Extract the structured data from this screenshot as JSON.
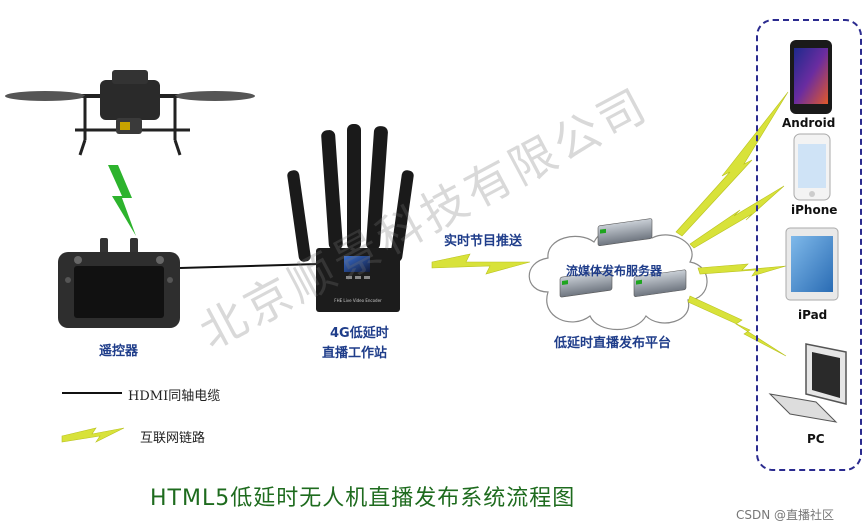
{
  "watermark": "北京顺景科技有限公司",
  "nodes": {
    "remote": "遥控器",
    "station_line1": "4G低延时",
    "station_line2": "直播工作站",
    "encoder_face_text": "FHE Live Video Encoder",
    "push_label": "实时节目推送",
    "server_label": "流媒体发布服务器",
    "platform_label": "低延时直播发布平台"
  },
  "clients": [
    {
      "label": "Android",
      "icon": "android-phone-icon"
    },
    {
      "label": "iPhone",
      "icon": "iphone-icon"
    },
    {
      "label": "iPad",
      "icon": "ipad-icon"
    },
    {
      "label": "PC",
      "icon": "pc-icon"
    }
  ],
  "legend": {
    "cable": "HDMI同轴电缆",
    "link": "互联网链路"
  },
  "caption": "HTML5低延时无人机直播发布系统流程图",
  "credit": "CSDN @直播社区",
  "colors": {
    "label_blue": "#1f3d8a",
    "caption_green": "#1e6b1e",
    "bolt_green": "#2db32d",
    "bolt_yellow": "#d8e23a",
    "client_border": "#2b2b8f"
  }
}
